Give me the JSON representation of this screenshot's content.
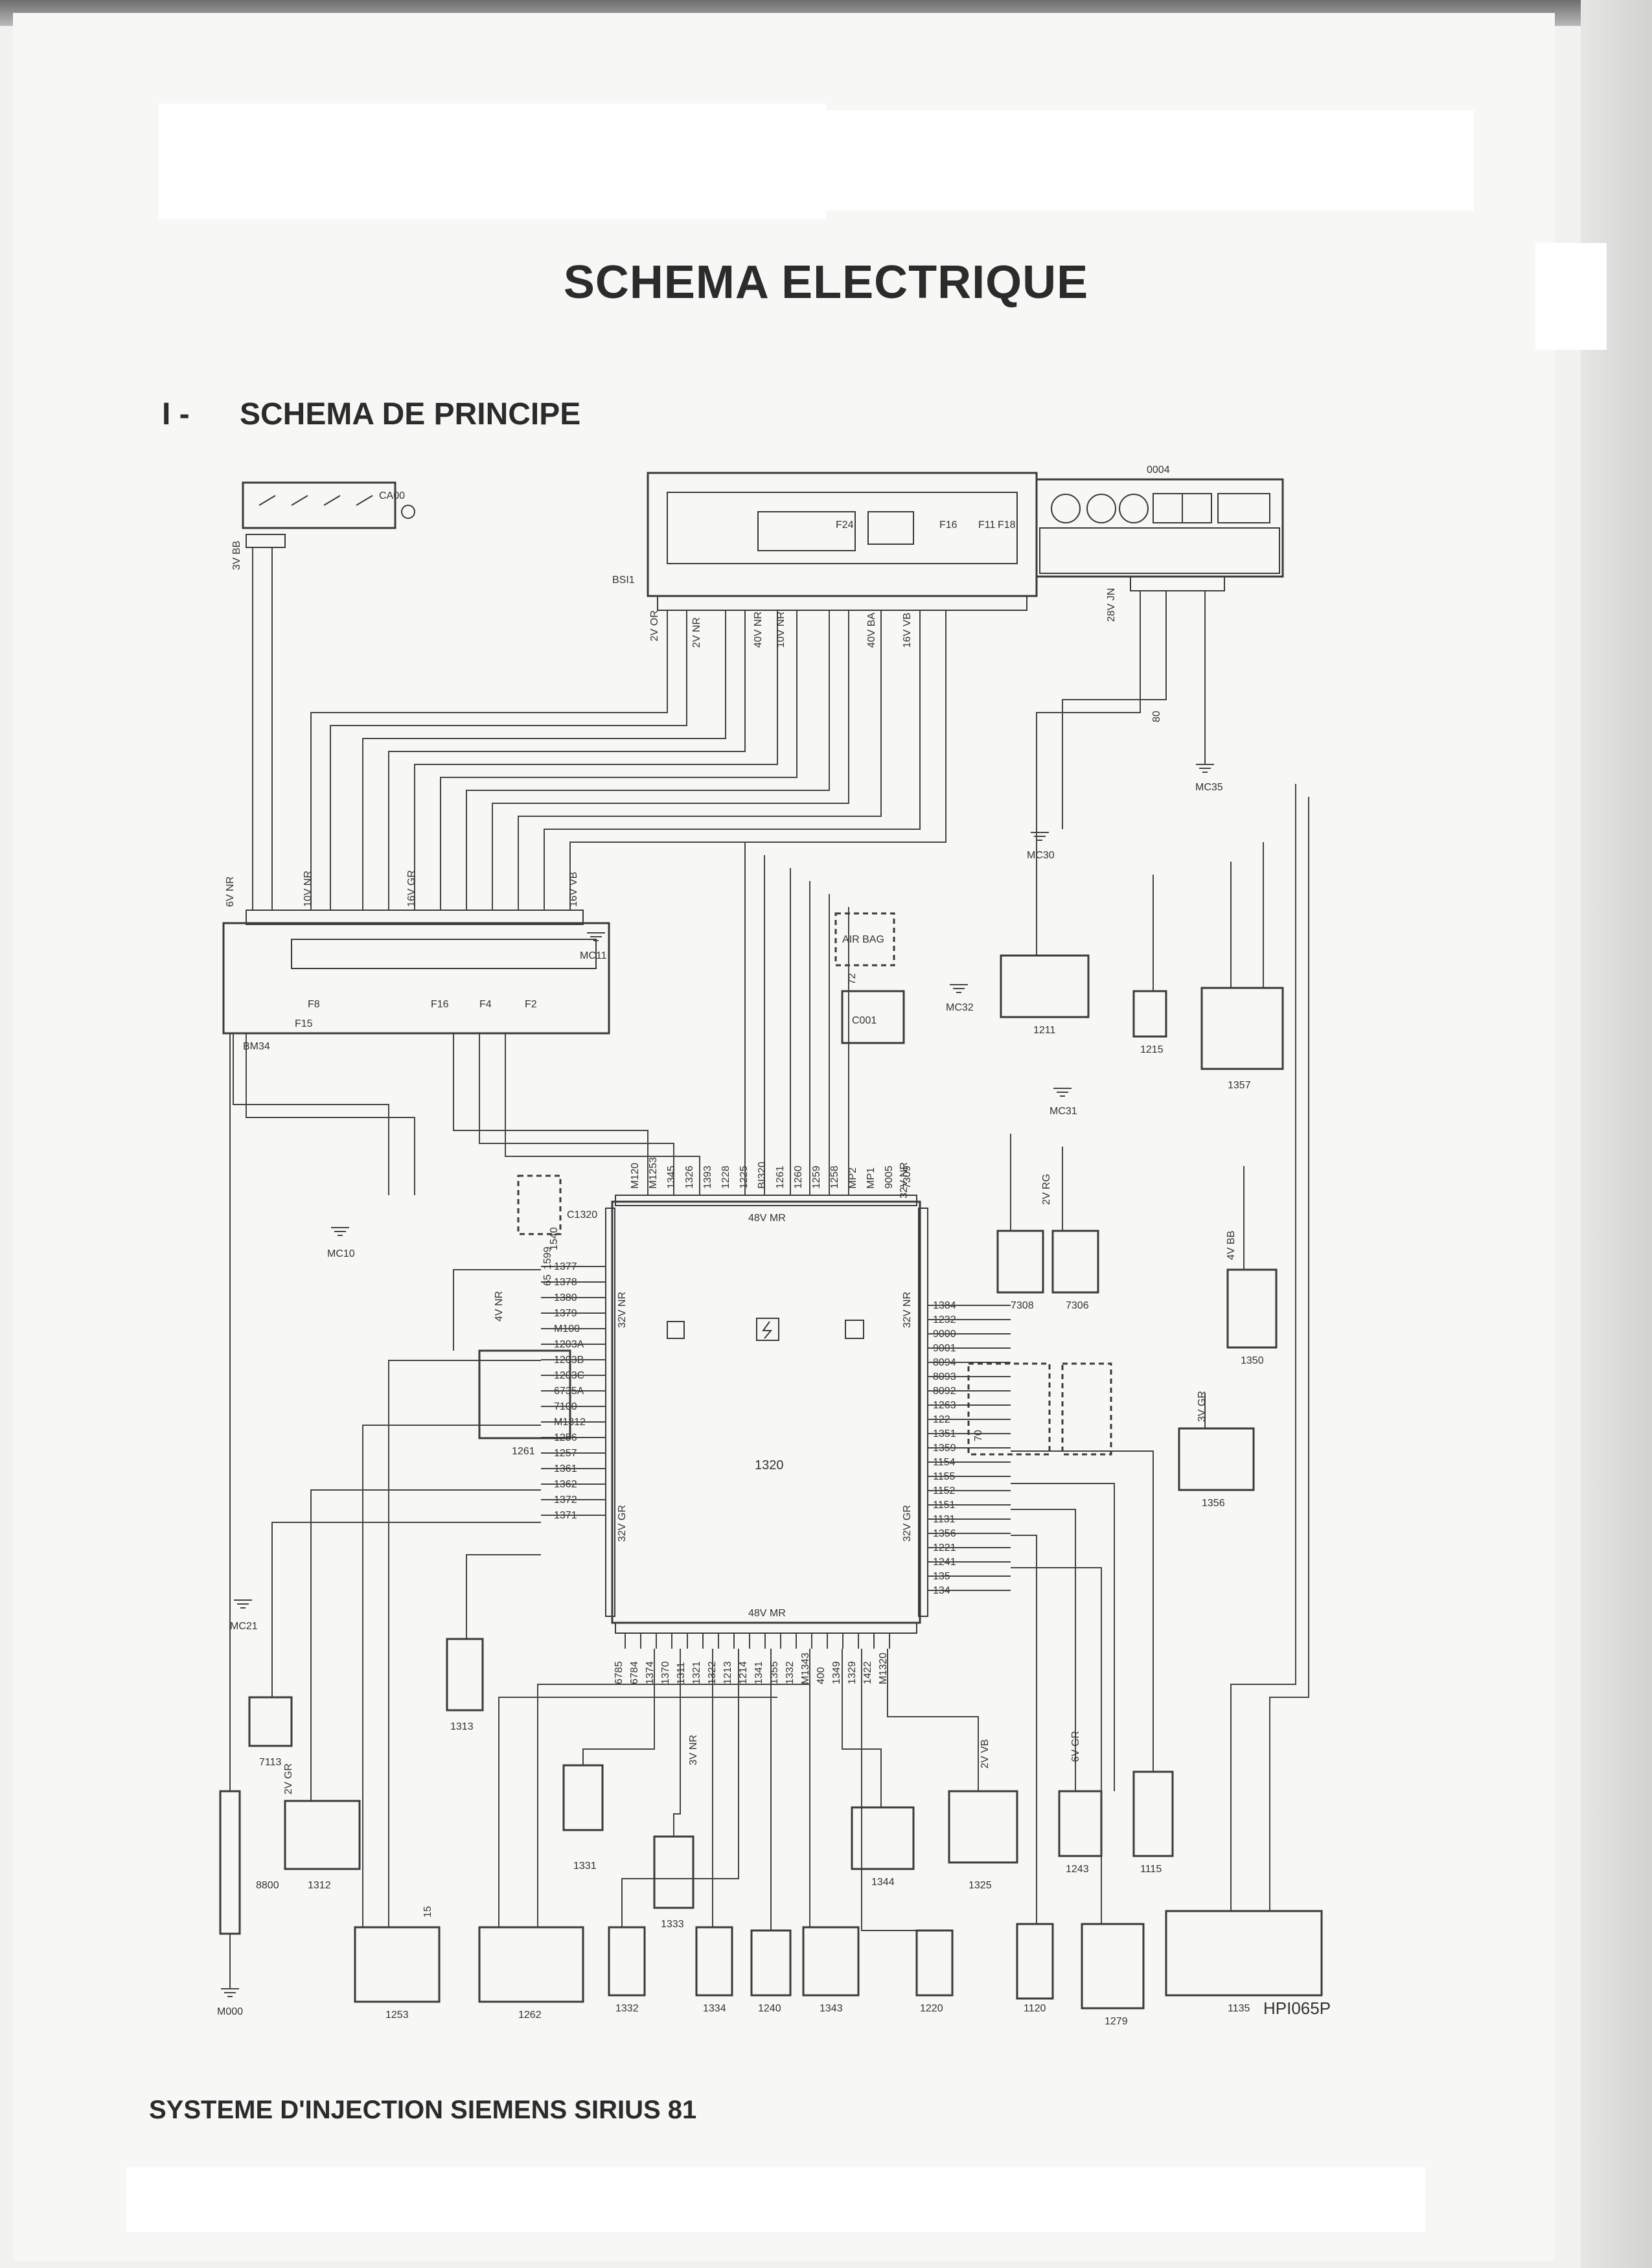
{
  "document": {
    "title": "SCHEMA ELECTRIQUE",
    "section_number": "I -",
    "section_title": "SCHEMA DE PRINCIPE",
    "footer": "SYSTEME D'INJECTION SIEMENS SIRIUS 81",
    "figure_ref": "HPI065P"
  },
  "diagram": {
    "ecu_label": "1320",
    "ecu_top_rail": "48V MR",
    "ecu_bottom_rail": "48V MR",
    "ecu_left_rail": "32V NR",
    "ecu_right_rail": "32V NR",
    "ecu_left_lower_rail": "32V GR",
    "ecu_right_lower_rail": "32V GR",
    "components": [
      {
        "id": "0004",
        "label": "0004"
      },
      {
        "id": "BSI1",
        "label": "BSI1"
      },
      {
        "id": "CA00",
        "label": "CA00"
      },
      {
        "id": "BM34",
        "label": "BM34"
      },
      {
        "id": "MC11",
        "label": "MC11"
      },
      {
        "id": "MC10",
        "label": "MC10"
      },
      {
        "id": "MC21",
        "label": "MC21"
      },
      {
        "id": "MC30",
        "label": "MC30"
      },
      {
        "id": "MC31",
        "label": "MC31"
      },
      {
        "id": "MC32",
        "label": "MC32"
      },
      {
        "id": "MC35",
        "label": "MC35"
      },
      {
        "id": "M000",
        "label": "M000"
      },
      {
        "id": "C001",
        "label": "C001"
      },
      {
        "id": "AIRBAG",
        "label": "AIR BAG"
      },
      {
        "id": "1211",
        "label": "1211"
      },
      {
        "id": "1215",
        "label": "1215"
      },
      {
        "id": "1357",
        "label": "1357"
      },
      {
        "id": "7308",
        "label": "7308"
      },
      {
        "id": "7306",
        "label": "7306"
      },
      {
        "id": "1350",
        "label": "1350"
      },
      {
        "id": "1356",
        "label": "1356"
      },
      {
        "id": "1261",
        "label": "1261"
      },
      {
        "id": "C1320",
        "label": "C1320"
      },
      {
        "id": "1313",
        "label": "1313"
      },
      {
        "id": "7113",
        "label": "7113"
      },
      {
        "id": "8800",
        "label": "8800"
      },
      {
        "id": "1312",
        "label": "1312"
      },
      {
        "id": "1253",
        "label": "1253"
      },
      {
        "id": "1262",
        "label": "1262"
      },
      {
        "id": "1331",
        "label": "1331"
      },
      {
        "id": "1332",
        "label": "1332"
      },
      {
        "id": "1333",
        "label": "1333"
      },
      {
        "id": "1334",
        "label": "1334"
      },
      {
        "id": "1240",
        "label": "1240"
      },
      {
        "id": "1343",
        "label": "1343"
      },
      {
        "id": "1344",
        "label": "1344"
      },
      {
        "id": "1220",
        "label": "1220"
      },
      {
        "id": "1325",
        "label": "1325"
      },
      {
        "id": "1120",
        "label": "1120"
      },
      {
        "id": "1243",
        "label": "1243"
      },
      {
        "id": "1279",
        "label": "1279"
      },
      {
        "id": "1115",
        "label": "1115"
      },
      {
        "id": "1135",
        "label": "1135"
      }
    ],
    "left_pins": [
      "1377",
      "1378",
      "1380",
      "1379",
      "M100",
      "1203A",
      "1203B",
      "1203C",
      "6735A",
      "7100",
      "M1312",
      "1256",
      "1257",
      "1361",
      "1362",
      "1372",
      "1371"
    ],
    "right_pins": [
      "1384",
      "1232",
      "9000",
      "9001",
      "8094",
      "8093",
      "8092",
      "1263",
      "122",
      "1351",
      "1359",
      "1154",
      "1155",
      "1152",
      "1151",
      "1131",
      "1356",
      "1221",
      "1241",
      "135",
      "134"
    ],
    "top_pins": [
      "M120",
      "M1253",
      "1345",
      "1326",
      "1393",
      "1228",
      "1225",
      "BI320",
      "1261",
      "1260",
      "1259",
      "1258",
      "MP2",
      "MP1",
      "9005",
      "7309"
    ],
    "bottom_pins": [
      "6785",
      "6784",
      "1374",
      "1370",
      "1311",
      "1321",
      "1322",
      "1213",
      "1214",
      "1341",
      "1355",
      "1332",
      "M1343",
      "400",
      "1349",
      "1329",
      "1422",
      "M1320"
    ],
    "fuses": [
      "F8",
      "F15",
      "F16",
      "F4",
      "F2",
      "F24",
      "F16",
      "F11",
      "F18"
    ],
    "wire_tags": [
      "3V BB",
      "2V OR",
      "6V NR",
      "10V NR",
      "16V GR",
      "16V VB",
      "40V NR",
      "10V NR",
      "40V BA",
      "16V VB",
      "28V JN",
      "2V NR",
      "4V NR",
      "32V NR",
      "2V RG",
      "4V BB",
      "3V GR",
      "2V GR",
      "3V NR",
      "2V VB",
      "6V GR",
      "15",
      "1540",
      "1599",
      "65",
      "72",
      "80",
      "70"
    ]
  }
}
